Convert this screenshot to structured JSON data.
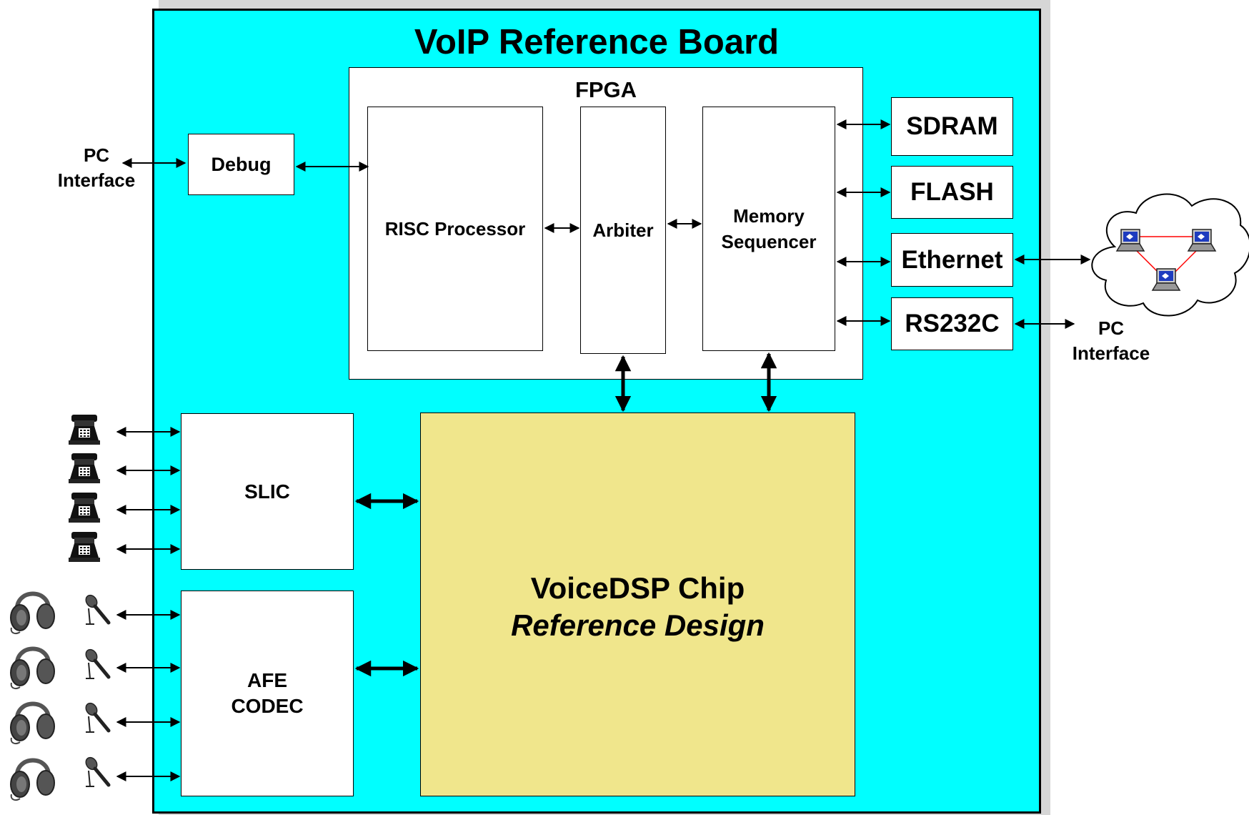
{
  "title": "VoIP Reference Board",
  "fpga": {
    "label": "FPGA",
    "risc": "RISC Processor",
    "arbiter": "Arbiter",
    "memory_sequencer": [
      "Memory",
      "Sequencer"
    ]
  },
  "debug": "Debug",
  "pc_interface_left": [
    "PC",
    "Interface"
  ],
  "pc_interface_right": [
    "PC",
    "Interface"
  ],
  "peripherals": [
    "SDRAM",
    "FLASH",
    "Ethernet",
    "RS232C"
  ],
  "slic": "SLIC",
  "afe": [
    "AFE",
    "CODEC"
  ],
  "dsp": {
    "line1": "VoiceDSP Chip",
    "line2": "Reference Design"
  },
  "icons": [
    "telephone-icon",
    "headphones-icon",
    "microphone-icon",
    "network-cloud-icon",
    "computer-icon"
  ],
  "colors": {
    "board": "#00ffff",
    "dsp": "#f0e68c",
    "frame_gray": "#d6d6d6",
    "network_link": "#ff0000"
  }
}
